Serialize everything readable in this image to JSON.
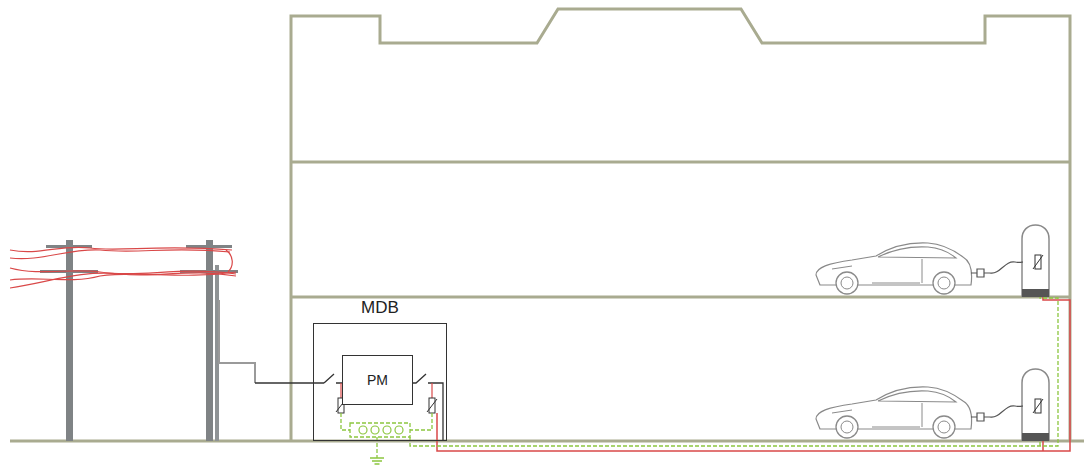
{
  "diagram": {
    "nodes": [
      {
        "text": [
          "MDB"
        ]
      },
      {
        "text": [
          "PM"
        ],
        "in": 0
      }
    ]
  }
}
